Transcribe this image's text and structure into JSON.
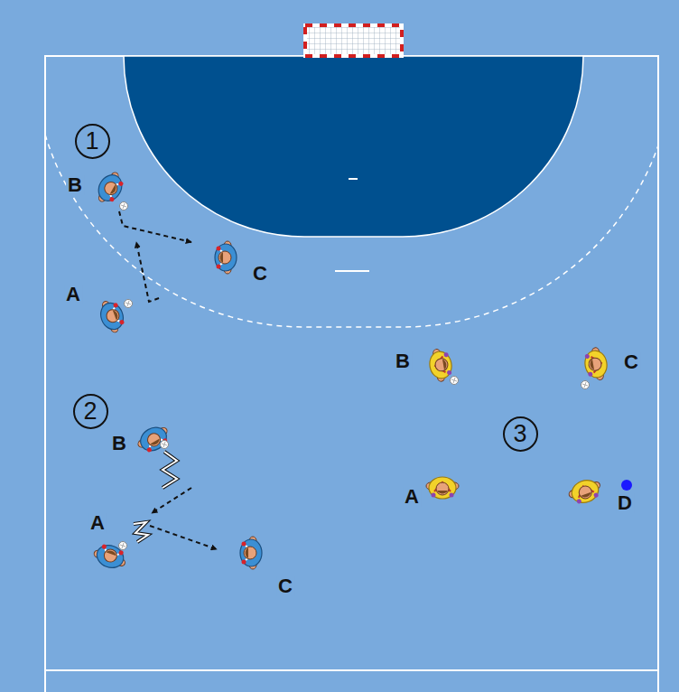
{
  "diagram": {
    "nodes": [
      {
        "text": [
          "1"
        ]
      },
      {
        "text": [
          "2"
        ]
      },
      {
        "text": [
          "3"
        ]
      }
    ],
    "labels": [
      "B",
      "A",
      "C",
      "B",
      "A",
      "C",
      "B",
      "C",
      "A",
      "D"
    ]
  }
}
